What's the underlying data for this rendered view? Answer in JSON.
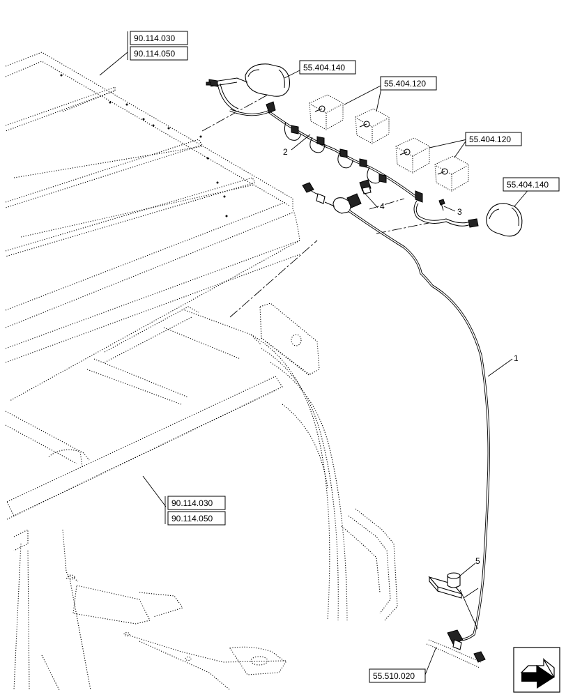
{
  "references": {
    "frame_top_a": "90.114.030",
    "frame_top_b": "90.114.050",
    "lamp_rear_top": "55.404.140",
    "lamp_work_upper": "55.404.120",
    "lamp_work_lower": "55.404.120",
    "lamp_rear_right": "55.404.140",
    "frame_bottom_a": "90.114.030",
    "frame_bottom_b": "90.114.050",
    "connector_bottom": "55.510.020"
  },
  "callouts": {
    "harness_cable": "1",
    "roof_harness": "2",
    "screw": "3",
    "connector_clip": "4",
    "switch": "5"
  },
  "icon": "next-page-arrow-icon"
}
